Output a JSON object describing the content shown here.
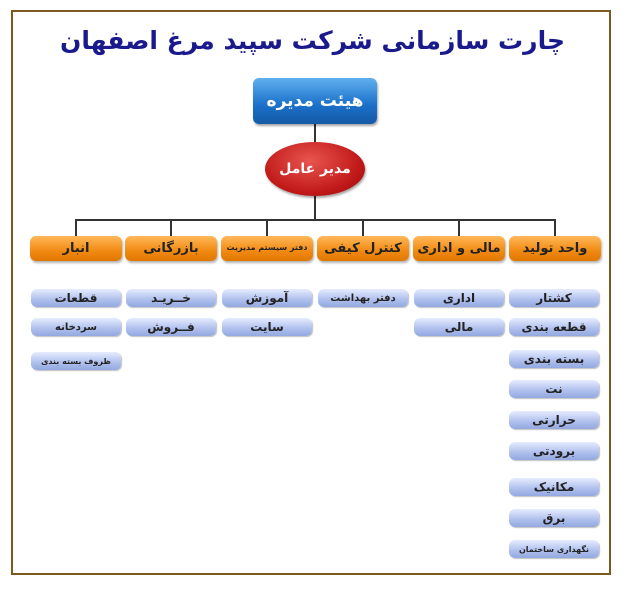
{
  "title": "چارت سازمانی شرکت سپید مرغ اصفهان",
  "board": "هیئت مدیره",
  "ceo": "مدیر عامل",
  "departments": [
    {
      "name": "انبار",
      "items": [
        "قطعات",
        "سردخانه",
        "ظروف بسته بندی"
      ]
    },
    {
      "name": "بازرگانی",
      "items": [
        "خــریـد",
        "فــروش"
      ]
    },
    {
      "name": "دفتر سیستم مدیریت",
      "items": [
        "آموزش",
        "سایت"
      ]
    },
    {
      "name": "کنترل کیفی",
      "items": [
        "دفتر بهداشت"
      ]
    },
    {
      "name": "مالی و اداری",
      "items": [
        "اداری",
        "مالی"
      ]
    },
    {
      "name": "واحد تولید",
      "items": [
        "کشتار",
        "قطعه بندی",
        "بسته بندی",
        "نت",
        "حرارتی",
        "برودتی",
        "مکانیک",
        "برق",
        "نگهداری ساختمان"
      ]
    }
  ]
}
